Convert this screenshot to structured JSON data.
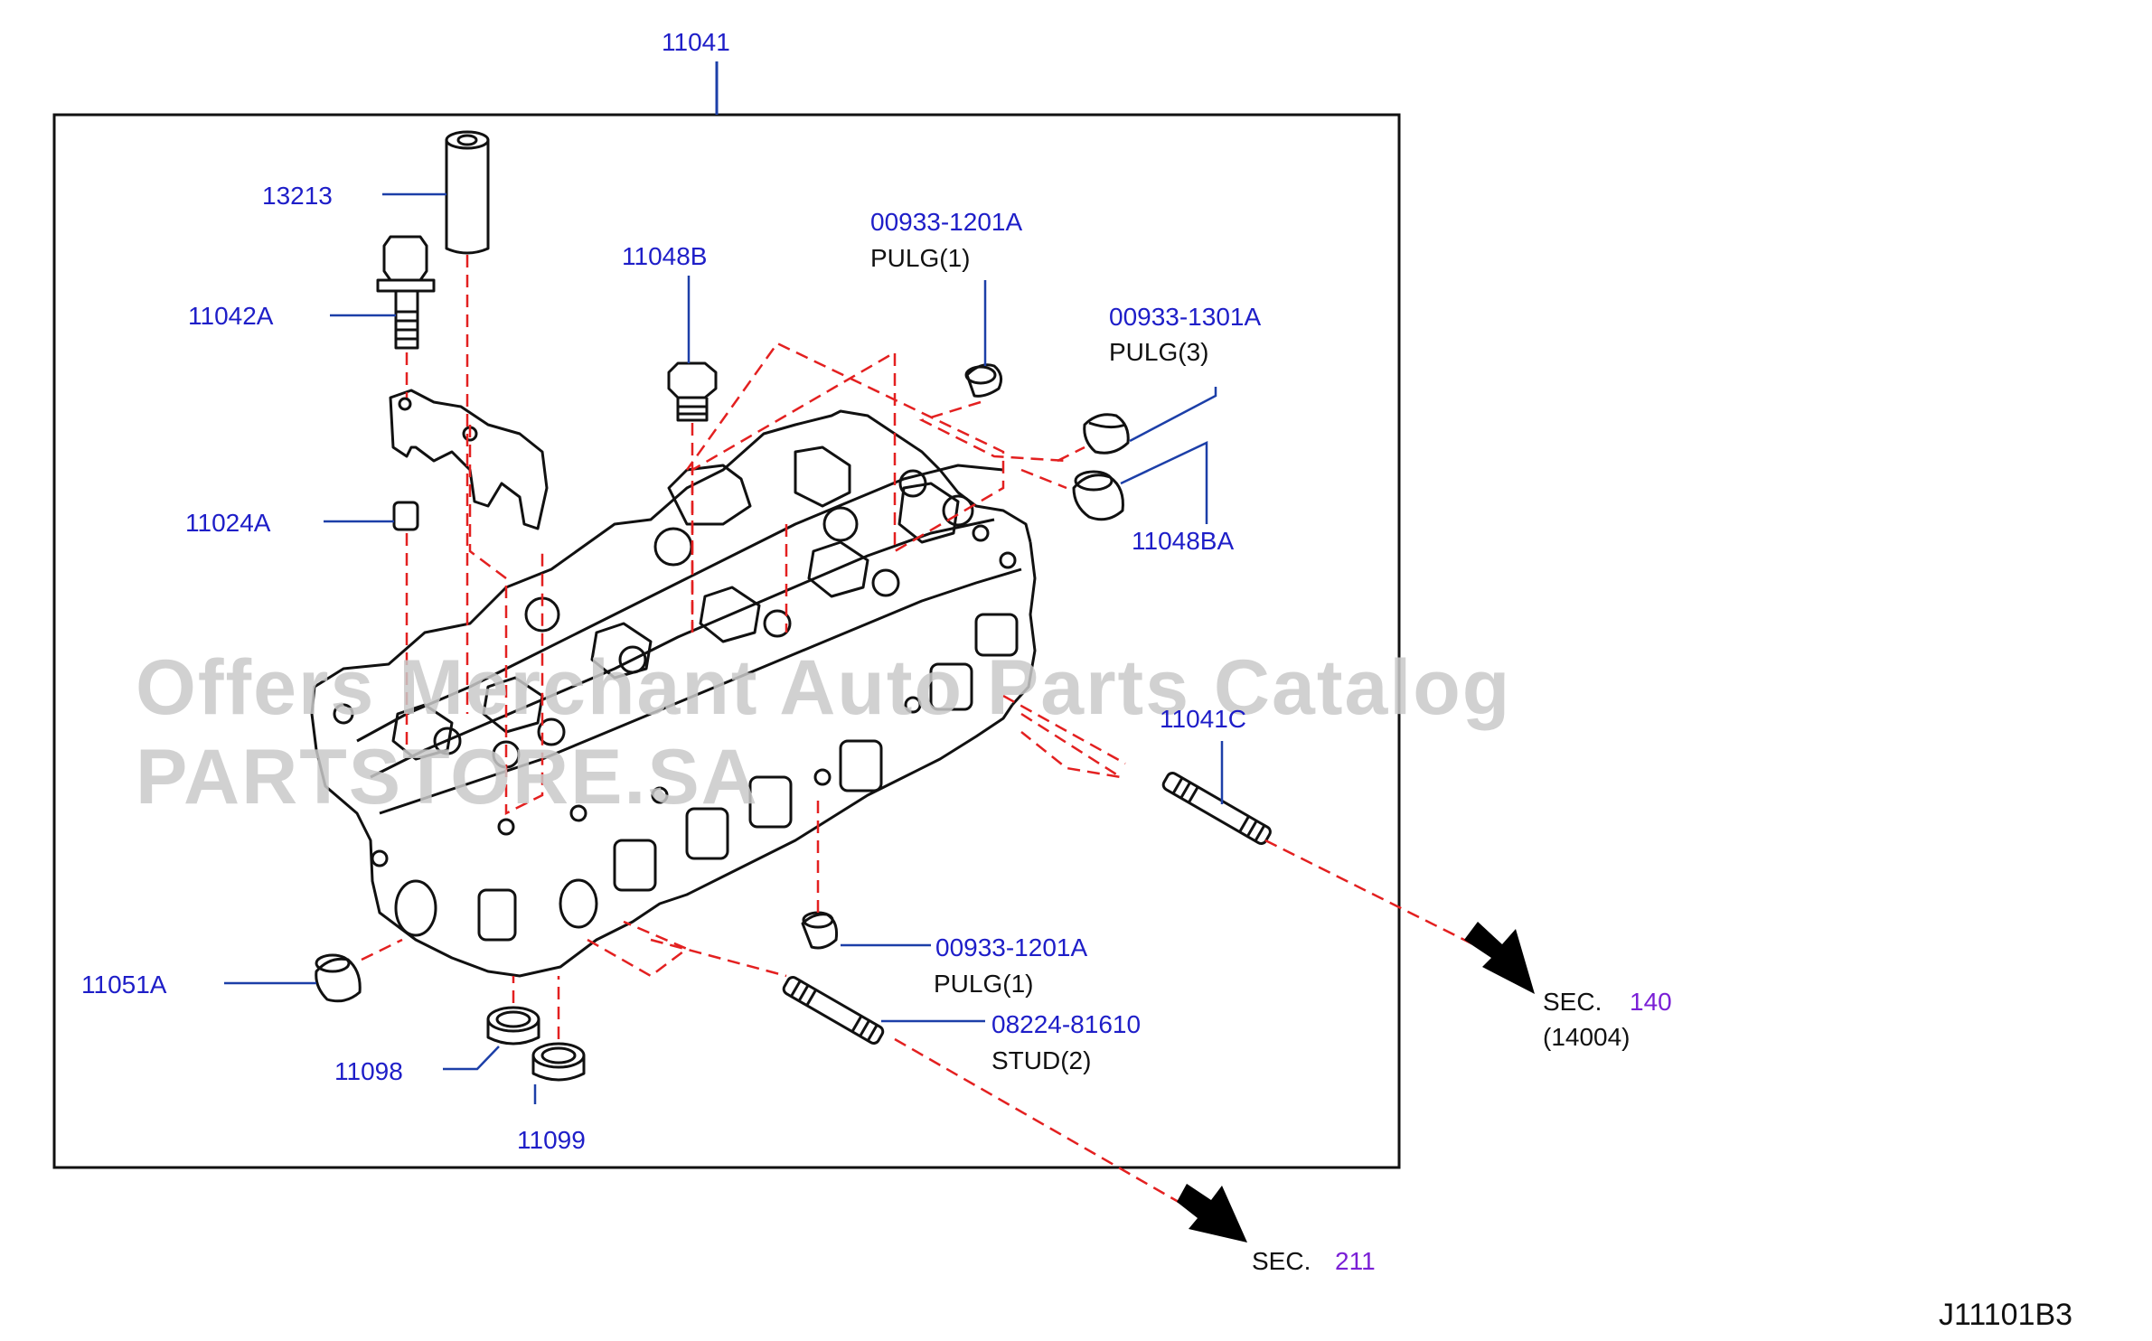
{
  "diagram": {
    "code": "J11101B3",
    "watermark": "Offers Merchant Auto Parts Catalog PARTSTORE.SA",
    "colors": {
      "part_number": "#1e1ec8",
      "section_number": "#7a1fd6",
      "leader": "#1c3fa8",
      "dash": "#e32020",
      "line": "#111111"
    },
    "parts": {
      "p11041": "11041",
      "p13213": "13213",
      "p11042A": "11042A",
      "p11048B": "11048B",
      "p11024A": "11024A",
      "p00933_1201A_top": "00933-1201A",
      "pulg1_top": "PULG(1)",
      "p00933_1301A": "00933-1301A",
      "pulg3": "PULG(3)",
      "p11048BA": "11048BA",
      "p11041C": "11041C",
      "p00933_1201A_bottom": "00933-1201A",
      "pulg1_bottom": "PULG(1)",
      "p08224_81610": "08224-81610",
      "stud2": "STUD(2)",
      "p11051A": "11051A",
      "p11098": "11098",
      "p11099": "11099"
    },
    "sections": {
      "sec140_label": "SEC.",
      "sec140_num": "140",
      "sec140_sub": "(14004)",
      "sec211_label": "SEC.",
      "sec211_num": "211"
    }
  }
}
